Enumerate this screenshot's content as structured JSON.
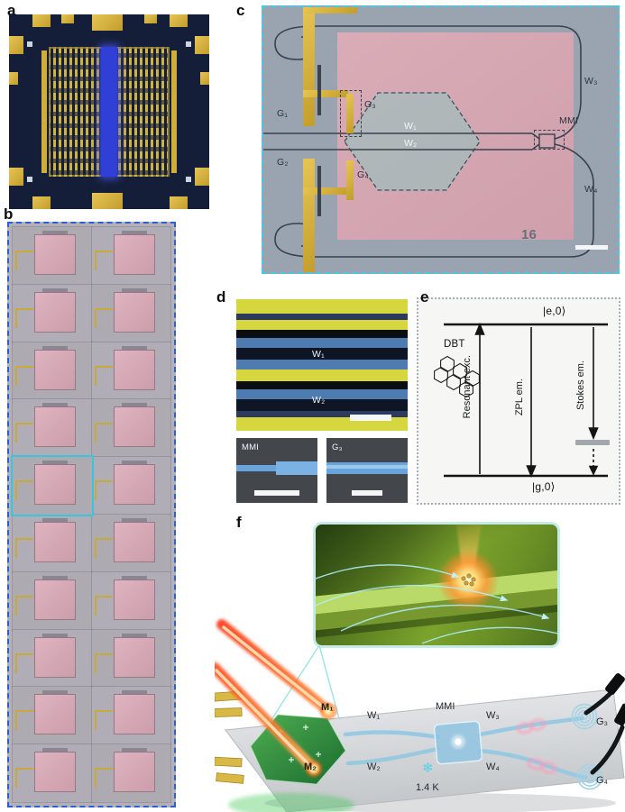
{
  "figure": {
    "panel_labels": {
      "a": "a",
      "b": "b",
      "c": "c",
      "d": "d",
      "e": "e",
      "f": "f"
    },
    "panel_c": {
      "g1": "G₁",
      "g2": "G₂",
      "g3": "G₃",
      "g4": "G₄",
      "w1": "W₁",
      "w2": "W₂",
      "w3": "W₃",
      "w4": "W₄",
      "mmi": "MMI",
      "device_number": "16"
    },
    "panel_d": {
      "w1": "W₁",
      "w2": "W₂",
      "mmi_inset": "MMI",
      "g3_inset": "G₃"
    },
    "panel_e": {
      "excited_state": "|e,0⟩",
      "ground_state": "|g,0⟩",
      "molecule": "DBT",
      "resonant": "Resonant exc.",
      "zpl": "ZPL em.",
      "stokes": "Stokes em."
    },
    "panel_f": {
      "m1": "M₁",
      "m2": "M₂",
      "w1": "W₁",
      "w2": "W₂",
      "w3": "W₃",
      "w4": "W₄",
      "mmi": "MMI",
      "g3": "G₃",
      "g4": "G₄",
      "temperature": "1.4 K",
      "snowflake": "❄"
    },
    "colors": {
      "gold": "#d9b945",
      "pink": "#d9aab6",
      "cyan_border": "#45cbe0",
      "blue_border": "#2b5fd9"
    }
  }
}
